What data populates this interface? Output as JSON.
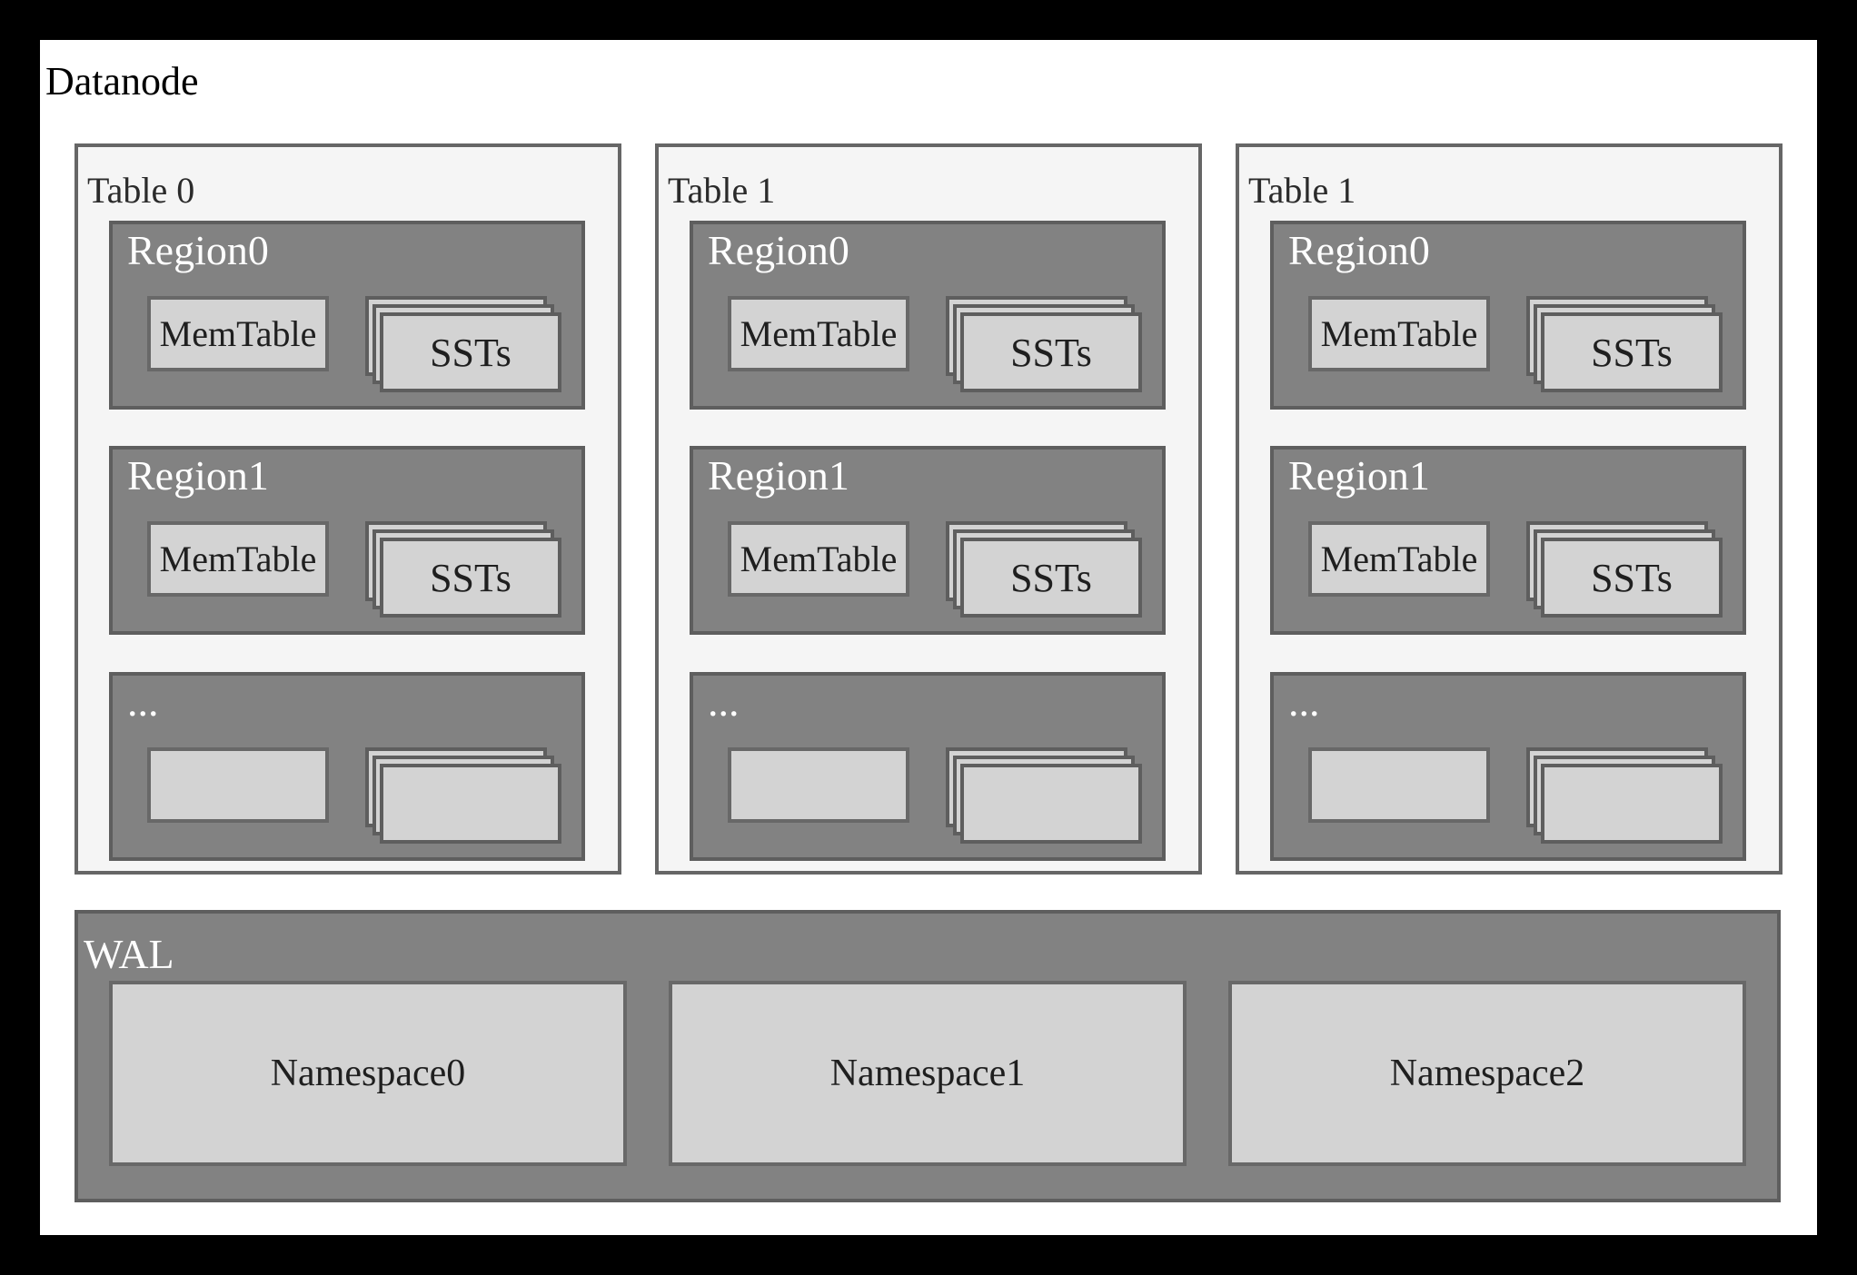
{
  "diagram": {
    "title": "Datanode"
  },
  "colors": {
    "frame": "#000000",
    "canvas": "#ffffff",
    "table_fill": "#f5f5f5",
    "table_border": "#666666",
    "region_fill": "#828282",
    "region_border": "#5e5e5e",
    "box_fill": "#d3d3d3",
    "box_border": "#686868",
    "label_on_gray": "#ffffff",
    "label_on_light": "#1f1f1f"
  },
  "tables": [
    {
      "label": "Table 0",
      "regions": [
        {
          "label": "Region0",
          "memtable": "MemTable",
          "ssts": "SSTs"
        },
        {
          "label": "Region1",
          "memtable": "MemTable",
          "ssts": "SSTs"
        },
        {
          "label": "...",
          "memtable": "",
          "ssts": ""
        }
      ]
    },
    {
      "label": "Table 1",
      "regions": [
        {
          "label": "Region0",
          "memtable": "MemTable",
          "ssts": "SSTs"
        },
        {
          "label": "Region1",
          "memtable": "MemTable",
          "ssts": "SSTs"
        },
        {
          "label": "...",
          "memtable": "",
          "ssts": ""
        }
      ]
    },
    {
      "label": "Table 1",
      "regions": [
        {
          "label": "Region0",
          "memtable": "MemTable",
          "ssts": "SSTs"
        },
        {
          "label": "Region1",
          "memtable": "MemTable",
          "ssts": "SSTs"
        },
        {
          "label": "...",
          "memtable": "",
          "ssts": ""
        }
      ]
    }
  ],
  "wal": {
    "label": "WAL",
    "namespaces": [
      {
        "label": "Namespace0"
      },
      {
        "label": "Namespace1"
      },
      {
        "label": "Namespace2"
      }
    ]
  }
}
